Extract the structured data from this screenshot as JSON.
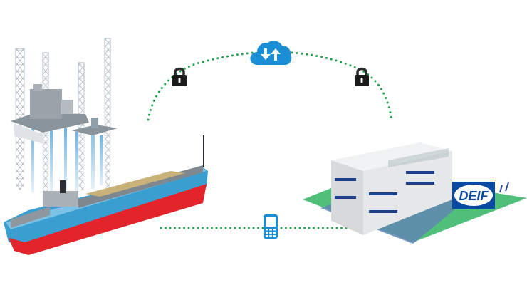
{
  "diagram": {
    "nodes": [
      {
        "id": "vessel",
        "label": "Offshore rig and container ship"
      },
      {
        "id": "cloud",
        "label": "Cloud"
      },
      {
        "id": "office",
        "label": "DEIF headquarters"
      }
    ],
    "links": [
      {
        "from": "vessel",
        "to": "cloud",
        "style": "dotted",
        "icon": "lock-icon"
      },
      {
        "from": "cloud",
        "to": "office",
        "style": "dotted",
        "icon": "lock-icon"
      },
      {
        "from": "vessel",
        "to": "office",
        "style": "dotted",
        "icon": "mobile-phone-icon"
      }
    ],
    "logo_text": "DEIF",
    "colors": {
      "link_dots": "#1aa34a",
      "cloud": "#1b8fd6",
      "phone": "#1b8fd6",
      "lock": "#1a1a1a",
      "logo_bg": "#0a4aa3",
      "hull_top": "#3a9fd0",
      "hull_bottom": "#e3242b",
      "lawn": "#4fbf7a"
    }
  }
}
